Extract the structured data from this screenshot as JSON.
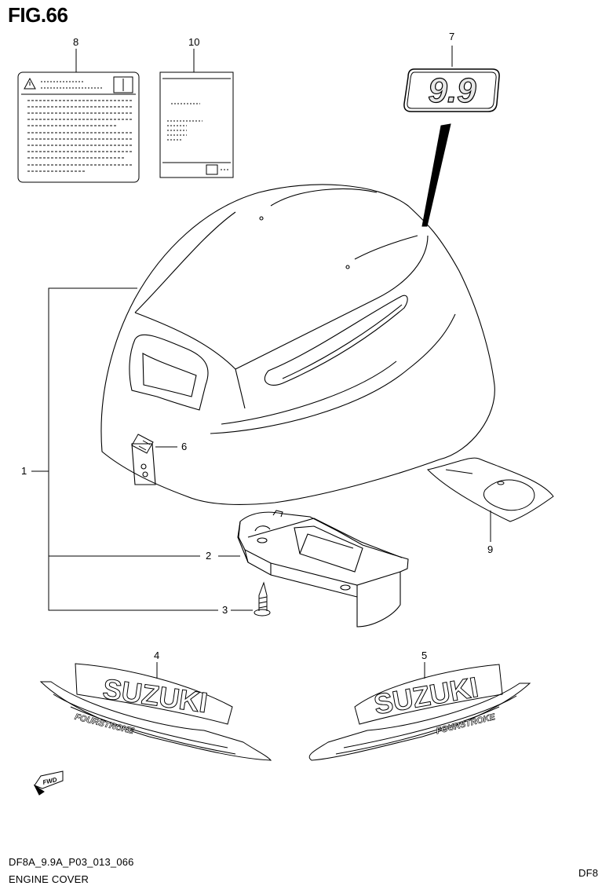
{
  "figure": {
    "title": "FIG.66"
  },
  "callouts": {
    "c1": "1",
    "c2": "2",
    "c3": "3",
    "c4": "4",
    "c5": "5",
    "c6": "6",
    "c7": "7",
    "c8": "8",
    "c9": "9",
    "c10": "10"
  },
  "decals": {
    "model_number": "9.9",
    "brand_left": "SUZUKI",
    "brand_right": "SUZUKI",
    "sub_left": "FOURSTROKE",
    "sub_right": "FOURSTROKE",
    "fwd": "FWD"
  },
  "footer": {
    "code": "DF8A_9.9A_P03_013_066",
    "name": "ENGINE COVER",
    "corner": "DF8"
  }
}
